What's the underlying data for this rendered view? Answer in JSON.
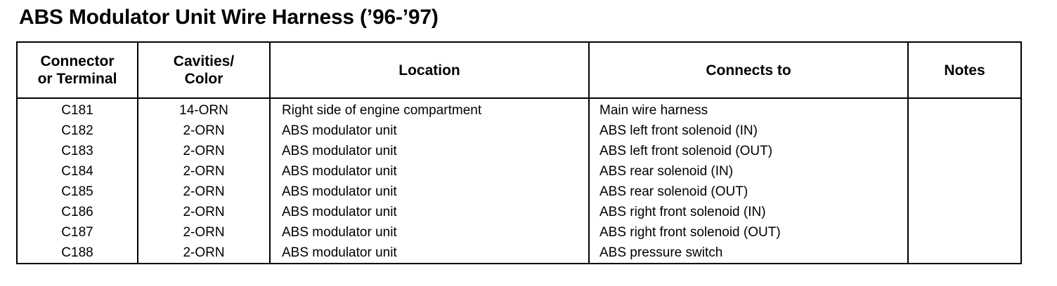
{
  "title": "ABS Modulator Unit Wire Harness (’96-’97)",
  "table": {
    "headers": {
      "connector": [
        "Connector",
        "or Terminal"
      ],
      "cavities": [
        "Cavities/",
        "Color"
      ],
      "location": "Location",
      "connects_to": "Connects to",
      "notes": "Notes"
    },
    "rows": [
      {
        "connector": "C181",
        "cavities": "14-ORN",
        "location": "Right side of engine compartment",
        "connects_to": "Main wire harness"
      },
      {
        "connector": "C182",
        "cavities": "2-ORN",
        "location": "ABS modulator unit",
        "connects_to": "ABS left front solenoid (IN)"
      },
      {
        "connector": "C183",
        "cavities": "2-ORN",
        "location": "ABS modulator unit",
        "connects_to": "ABS left front solenoid (OUT)"
      },
      {
        "connector": "C184",
        "cavities": "2-ORN",
        "location": "ABS modulator unit",
        "connects_to": "ABS rear solenoid (IN)"
      },
      {
        "connector": "C185",
        "cavities": "2-ORN",
        "location": "ABS modulator unit",
        "connects_to": "ABS rear solenoid (OUT)"
      },
      {
        "connector": "C186",
        "cavities": "2-ORN",
        "location": "ABS modulator unit",
        "connects_to": "ABS right front solenoid (IN)"
      },
      {
        "connector": "C187",
        "cavities": "2-ORN",
        "location": "ABS modulator unit",
        "connects_to": "ABS right front solenoid (OUT)"
      },
      {
        "connector": "C188",
        "cavities": "2-ORN",
        "location": "ABS modulator unit",
        "connects_to": "ABS pressure switch"
      }
    ]
  }
}
